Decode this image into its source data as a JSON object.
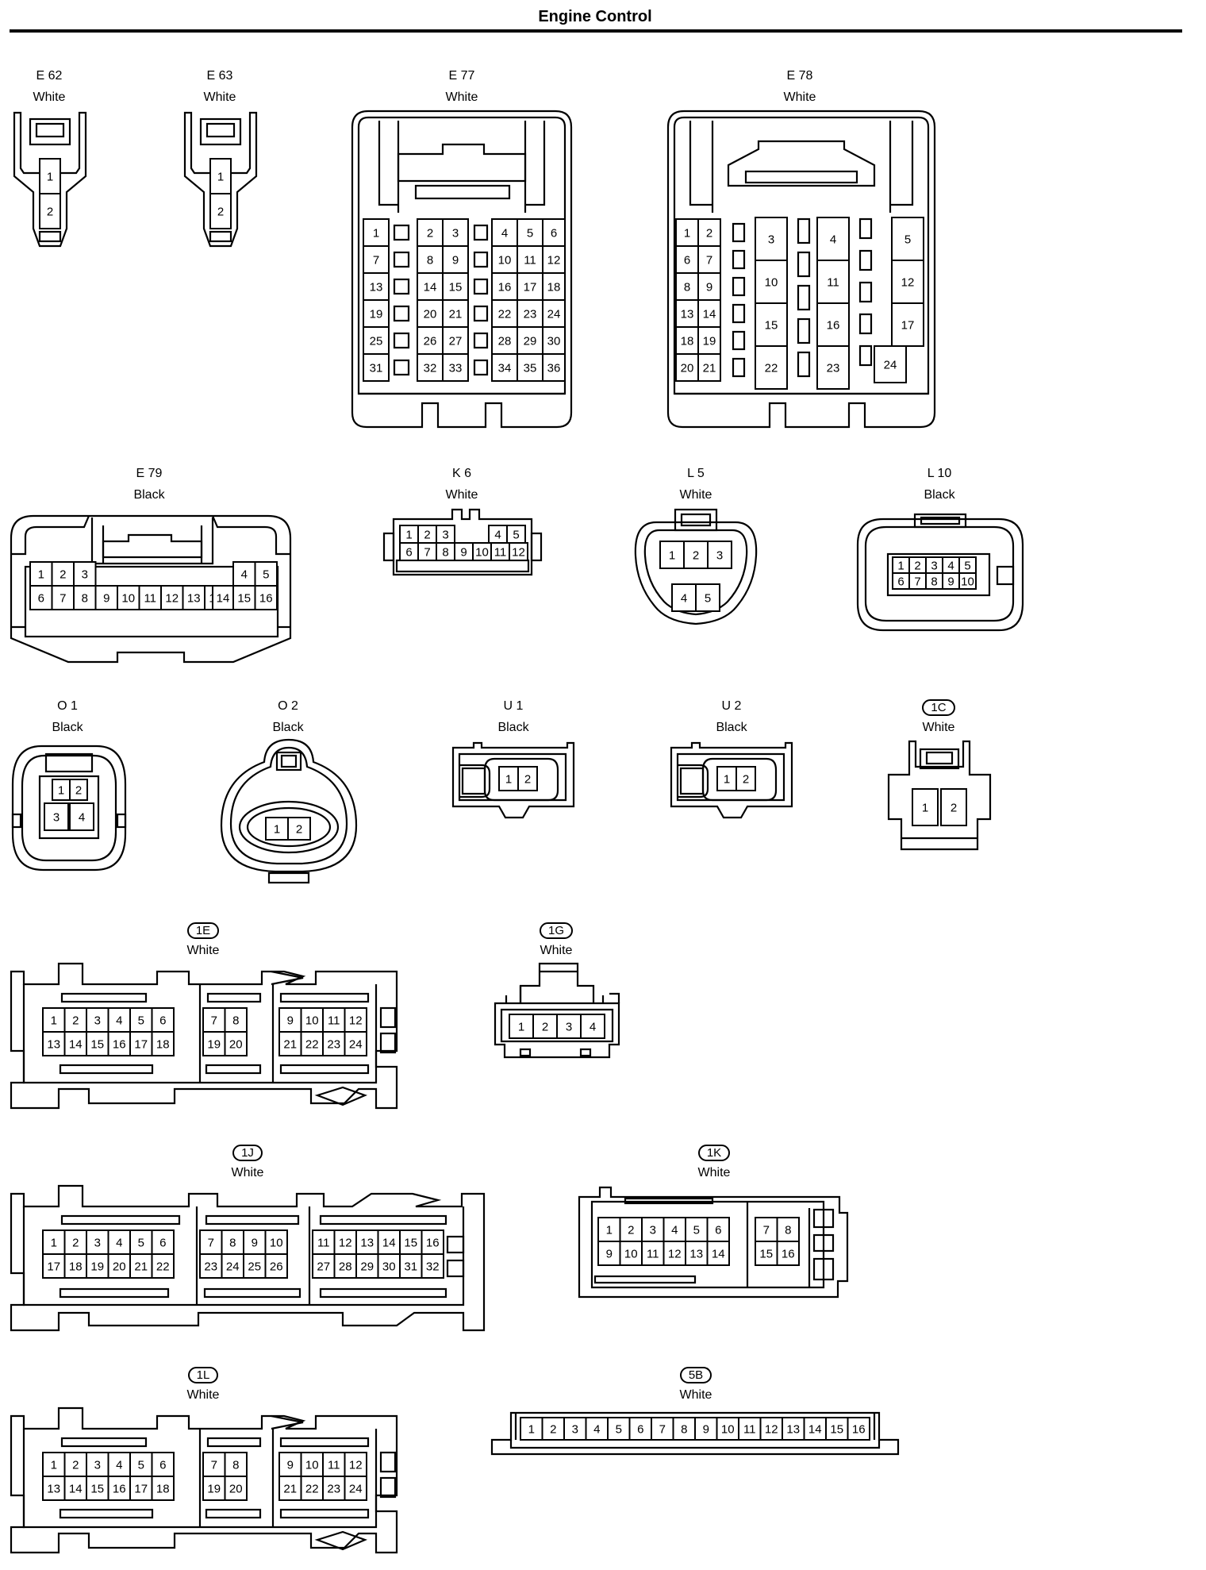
{
  "title": "Engine Control",
  "connectors": [
    {
      "id": "e62",
      "code": "E 62",
      "color": "White",
      "pill": false,
      "pins": [
        "1",
        "2"
      ]
    },
    {
      "id": "e63",
      "code": "E 63",
      "color": "White",
      "pill": false,
      "pins": [
        "1",
        "2"
      ]
    },
    {
      "id": "e77",
      "code": "E 77",
      "color": "White",
      "pill": false,
      "pins": [
        "1",
        "2",
        "3",
        "4",
        "5",
        "6",
        "7",
        "8",
        "9",
        "10",
        "11",
        "12",
        "13",
        "14",
        "15",
        "16",
        "17",
        "18",
        "19",
        "20",
        "21",
        "22",
        "23",
        "24",
        "25",
        "26",
        "27",
        "28",
        "29",
        "30",
        "31",
        "32",
        "33",
        "34",
        "35",
        "36"
      ]
    },
    {
      "id": "e78",
      "code": "E 78",
      "color": "White",
      "pill": false,
      "pins": [
        "1",
        "2",
        "3",
        "4",
        "5",
        "6",
        "7",
        "8",
        "9",
        "10",
        "11",
        "12",
        "13",
        "14",
        "15",
        "16",
        "17",
        "18",
        "19",
        "20",
        "21",
        "22",
        "23",
        "24"
      ]
    },
    {
      "id": "e79",
      "code": "E 79",
      "color": "Black",
      "pill": false,
      "pins": [
        "1",
        "2",
        "3",
        "4",
        "5",
        "6",
        "7",
        "8",
        "9",
        "10",
        "11",
        "12",
        "13",
        "14",
        "15",
        "16"
      ]
    },
    {
      "id": "k6",
      "code": "K 6",
      "color": "White",
      "pill": false,
      "pins": [
        "1",
        "2",
        "3",
        "4",
        "5",
        "6",
        "7",
        "8",
        "9",
        "10",
        "11",
        "12"
      ]
    },
    {
      "id": "l5",
      "code": "L 5",
      "color": "White",
      "pill": false,
      "pins": [
        "1",
        "2",
        "3",
        "4",
        "5"
      ]
    },
    {
      "id": "l10",
      "code": "L 10",
      "color": "Black",
      "pill": false,
      "pins": [
        "1",
        "2",
        "3",
        "4",
        "5",
        "6",
        "7",
        "8",
        "9",
        "10"
      ]
    },
    {
      "id": "o1",
      "code": "O 1",
      "color": "Black",
      "pill": false,
      "pins": [
        "1",
        "2",
        "3",
        "4"
      ]
    },
    {
      "id": "o2",
      "code": "O 2",
      "color": "Black",
      "pill": false,
      "pins": [
        "1",
        "2"
      ]
    },
    {
      "id": "u1",
      "code": "U 1",
      "color": "Black",
      "pill": false,
      "pins": [
        "1",
        "2"
      ]
    },
    {
      "id": "u2",
      "code": "U 2",
      "color": "Black",
      "pill": false,
      "pins": [
        "1",
        "2"
      ]
    },
    {
      "id": "c1c",
      "code": "1C",
      "color": "White",
      "pill": true,
      "pins": [
        "1",
        "2"
      ]
    },
    {
      "id": "c1e",
      "code": "1E",
      "color": "White",
      "pill": true,
      "pins": [
        "1",
        "2",
        "3",
        "4",
        "5",
        "6",
        "7",
        "8",
        "9",
        "10",
        "11",
        "12",
        "13",
        "14",
        "15",
        "16",
        "17",
        "18",
        "19",
        "20",
        "21",
        "22",
        "23",
        "24"
      ]
    },
    {
      "id": "c1g",
      "code": "1G",
      "color": "White",
      "pill": true,
      "pins": [
        "1",
        "2",
        "3",
        "4"
      ]
    },
    {
      "id": "c1j",
      "code": "1J",
      "color": "White",
      "pill": true,
      "pins": [
        "1",
        "2",
        "3",
        "4",
        "5",
        "6",
        "7",
        "8",
        "9",
        "10",
        "11",
        "12",
        "13",
        "14",
        "15",
        "16",
        "17",
        "18",
        "19",
        "20",
        "21",
        "22",
        "23",
        "24",
        "25",
        "26",
        "27",
        "28",
        "29",
        "30",
        "31",
        "32"
      ]
    },
    {
      "id": "c1k",
      "code": "1K",
      "color": "White",
      "pill": true,
      "pins": [
        "1",
        "2",
        "3",
        "4",
        "5",
        "6",
        "7",
        "8",
        "9",
        "10",
        "11",
        "12",
        "13",
        "14",
        "15",
        "16"
      ]
    },
    {
      "id": "c1l",
      "code": "1L",
      "color": "White",
      "pill": true,
      "pins": [
        "1",
        "2",
        "3",
        "4",
        "5",
        "6",
        "7",
        "8",
        "9",
        "10",
        "11",
        "12",
        "13",
        "14",
        "15",
        "16",
        "17",
        "18",
        "19",
        "20",
        "21",
        "22",
        "23",
        "24"
      ]
    },
    {
      "id": "c5b",
      "code": "5B",
      "color": "White",
      "pill": true,
      "pins": [
        "1",
        "2",
        "3",
        "4",
        "5",
        "6",
        "7",
        "8",
        "9",
        "10",
        "11",
        "12",
        "13",
        "14",
        "15",
        "16"
      ]
    }
  ]
}
